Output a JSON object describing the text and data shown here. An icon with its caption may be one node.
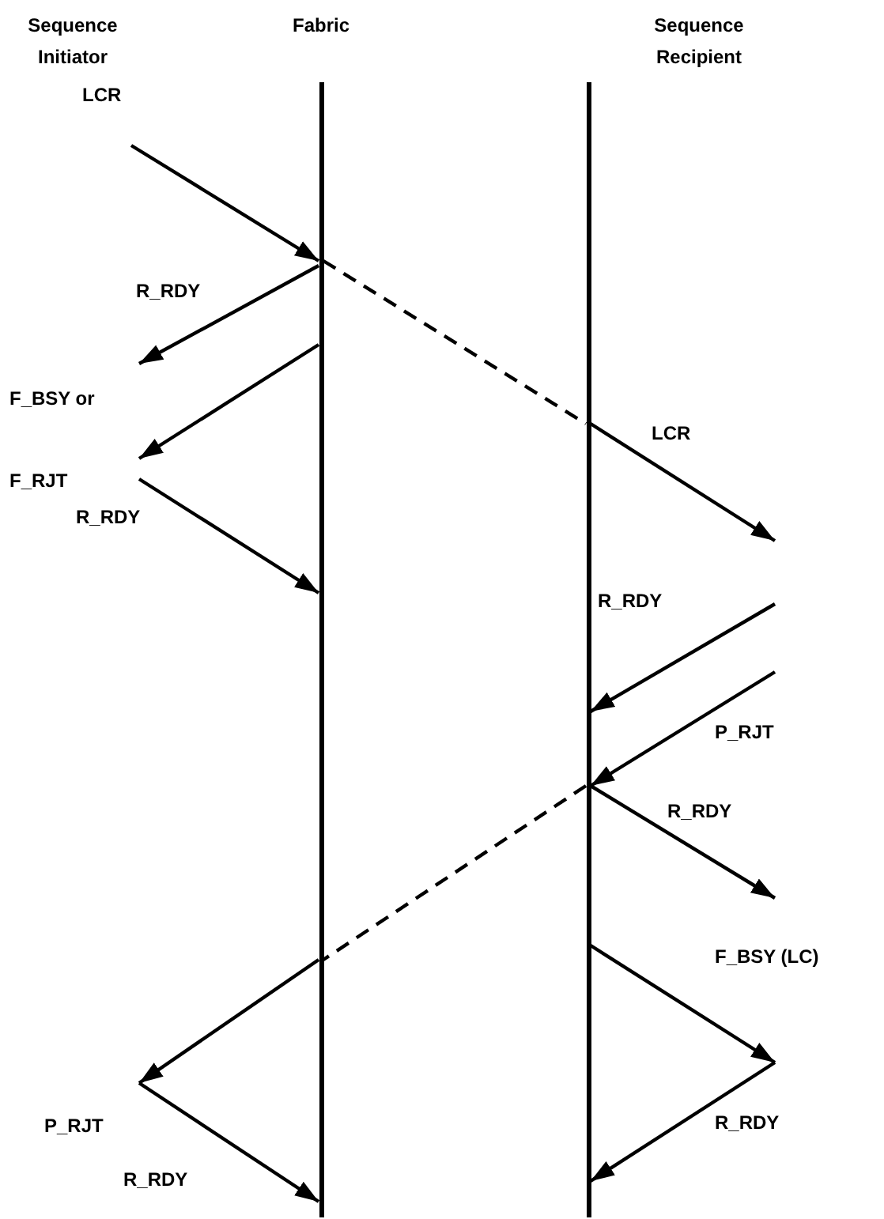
{
  "diagram": {
    "nodes": [
      {
        "text": [
          "Fabric"
        ]
      },
      {
        "text": [
          "Sequence Recipient"
        ]
      }
    ],
    "edges": [
      {
        "from": null,
        "to": 0,
        "arrow": "to",
        "label": "LCR"
      },
      {
        "from": 0,
        "to": null,
        "arrow": "to",
        "label": "R_RDY"
      },
      {
        "from": 0,
        "to": null,
        "arrow": "to",
        "label": "F_BSY or F_RJT"
      },
      {
        "from": null,
        "to": 0,
        "arrow": "to",
        "label": "R_RDY"
      },
      {
        "from": 0,
        "to": 1,
        "arrow": "none",
        "style": "dashed"
      },
      {
        "from": 1,
        "to": null,
        "arrow": "to",
        "label": "LCR"
      },
      {
        "from": null,
        "to": 1,
        "arrow": "to",
        "label": "R_RDY"
      },
      {
        "from": null,
        "to": 1,
        "arrow": "to",
        "label": "P_RJT"
      },
      {
        "from": 1,
        "to": null,
        "arrow": "to",
        "label": "R_RDY"
      },
      {
        "from": 1,
        "to": 0,
        "arrow": "none",
        "style": "dashed"
      },
      {
        "from": 1,
        "to": null,
        "arrow": "to",
        "label": "F_BSY (LC)"
      },
      {
        "from": 0,
        "to": null,
        "arrow": "to",
        "label": "P_RJT"
      },
      {
        "from": null,
        "to": 0,
        "arrow": "to",
        "label": "R_RDY"
      },
      {
        "from": null,
        "to": 1,
        "arrow": "to",
        "label": "R_RDY"
      }
    ],
    "labels": [
      "Sequence Initiator"
    ]
  }
}
